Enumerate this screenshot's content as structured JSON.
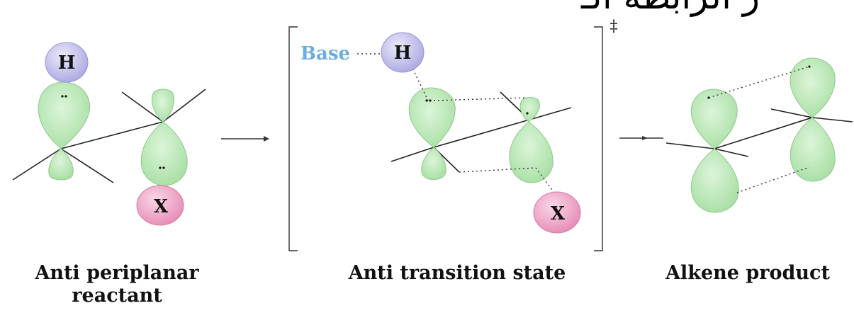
{
  "top_text": "ر الرابطة الـ",
  "stages": [
    {
      "caption_line1": "Anti periplanar",
      "caption_line2": "reactant"
    },
    {
      "caption_line1": "Anti transition state",
      "caption_line2": ""
    },
    {
      "caption_line1": "Alkene product",
      "caption_line2": ""
    }
  ],
  "atoms": {
    "hydrogen": "H",
    "leaving_group": "X",
    "base": "Base"
  },
  "symbols": {
    "transition_state": "‡"
  },
  "colors": {
    "orbital_fill": "#bfeabb",
    "orbital_stroke": "#8fc98c",
    "hydrogen_fill": "#c9c8ee",
    "leaving_group_fill": "#f0a9c9",
    "base_text": "#6aaee0",
    "line": "#222222"
  }
}
